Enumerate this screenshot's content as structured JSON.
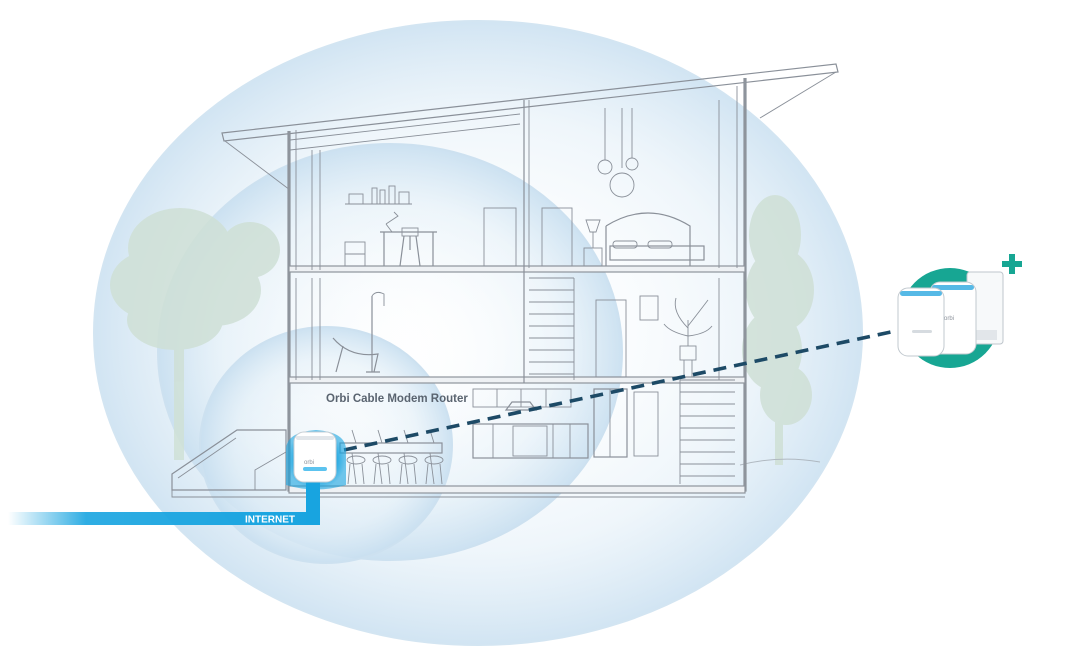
{
  "labels": {
    "router": "Orbi Cable Modem Router",
    "internet": "INTERNET",
    "router_brand": "orbi",
    "satellite_brand": "orbi"
  },
  "colors": {
    "coverage": "#dcebf5",
    "coverage_edge": "#c5dcef",
    "internet_cable": "#18a4e0",
    "wireless_link": "#1d4a66",
    "accent_teal": "#17a693",
    "tree": "#cfe0d6",
    "line": "#8a9099"
  },
  "icons": {
    "add": "plus-icon",
    "router": "orbi-router-icon",
    "satellites": "orbi-satellite-kit-icon"
  }
}
